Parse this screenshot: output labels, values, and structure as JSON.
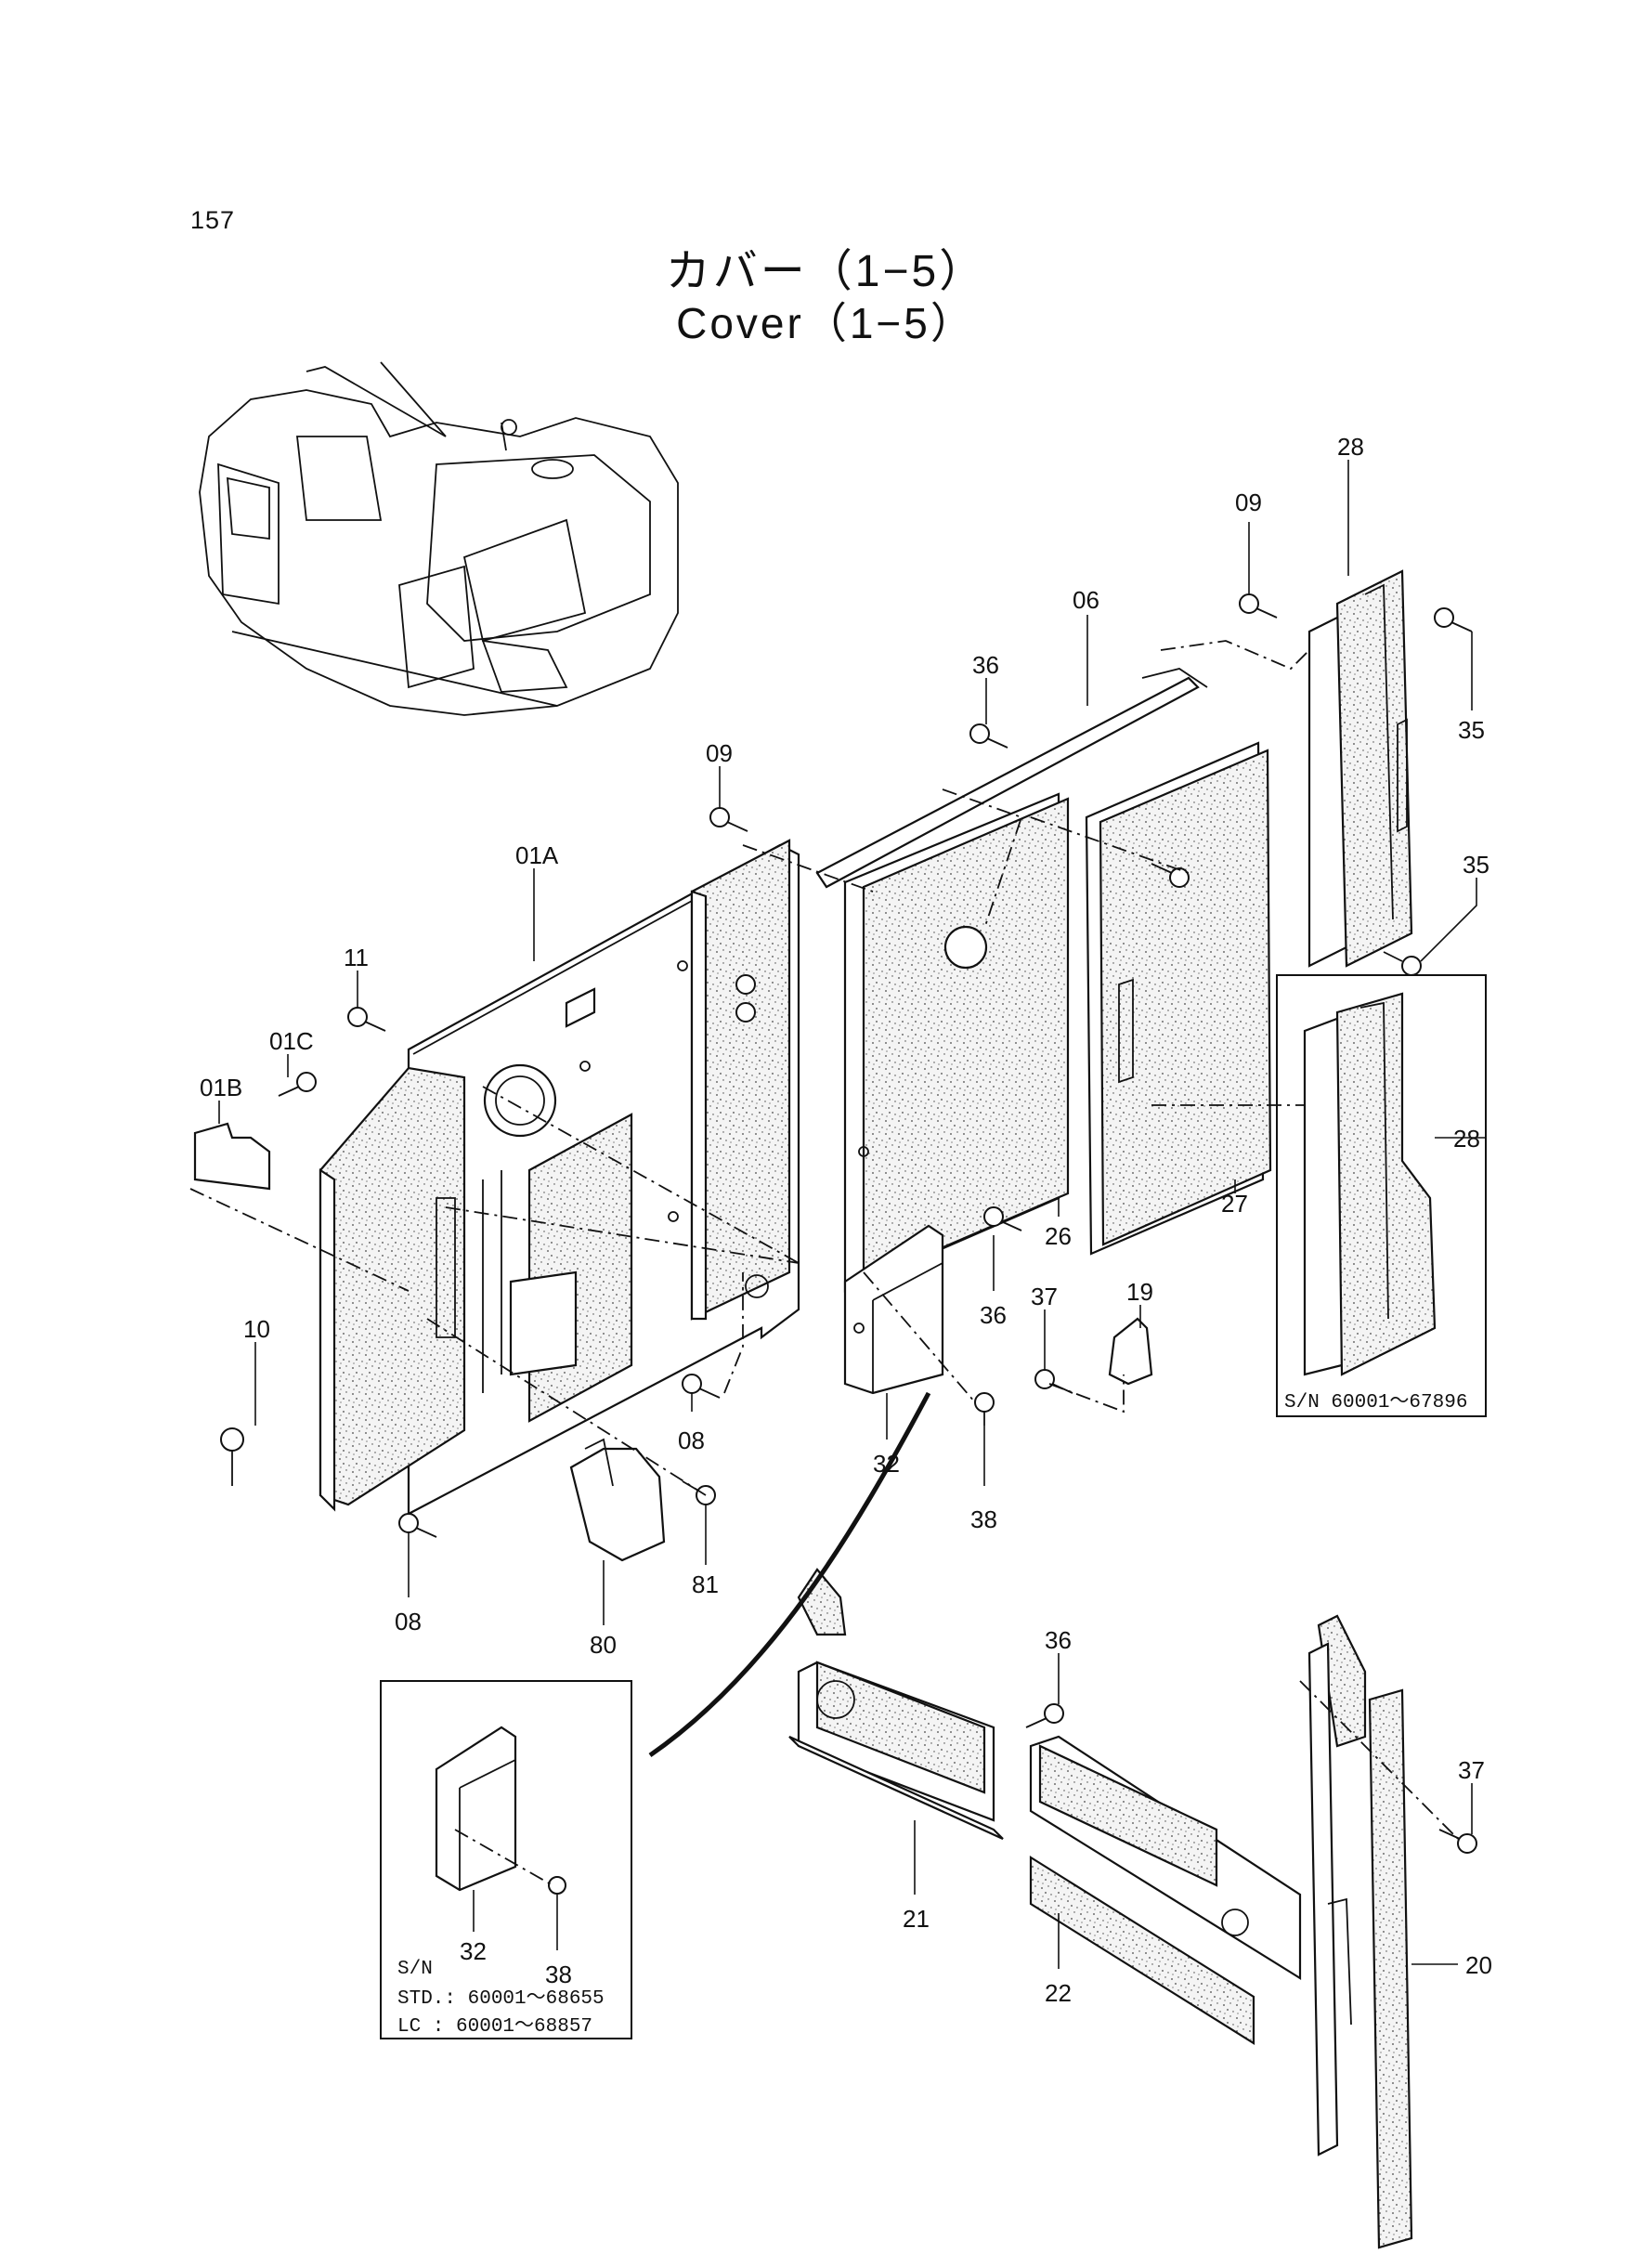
{
  "page_number": "157",
  "title_ja": "カバー（1−5）",
  "title_en": "Cover（1−5）",
  "callouts": {
    "c28_top": "28",
    "c09_top": "09",
    "c06": "06",
    "c36_top": "36",
    "c35_a": "35",
    "c35_b": "35",
    "c09_mid": "09",
    "c01A": "01A",
    "c11": "11",
    "c01C": "01C",
    "c01B": "01B",
    "c28_inset": "28",
    "c27": "27",
    "c26": "26",
    "c36_mid": "36",
    "c19": "19",
    "c37_mid": "37",
    "c10": "10",
    "c08_mid": "08",
    "c32": "32",
    "c38": "38",
    "c81": "81",
    "c80": "80",
    "c08_low": "08",
    "c36_low": "36",
    "c37_low": "37",
    "c21": "21",
    "c22": "22",
    "c20": "20",
    "c32_inset": "32",
    "c38_inset": "38"
  },
  "inset_right": {
    "note": "S/N 60001～67896"
  },
  "inset_left": {
    "sn_label": "S/N",
    "std_line": "STD.: 60001～68655",
    "lc_line": "LC  : 60001～68857"
  }
}
